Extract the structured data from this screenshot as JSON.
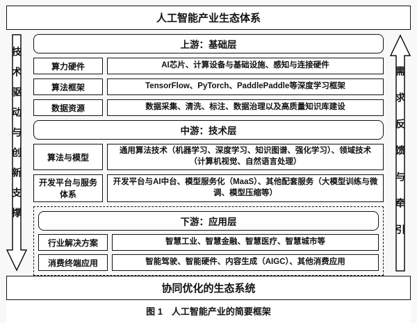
{
  "top_banner": "人工智能产业生态体系",
  "bottom_banner": "协同优化的生态系统",
  "caption": "图 1　人工智能产业的简要框架",
  "left_arrow": {
    "label": "技术驱动与创新支撑",
    "direction": "down"
  },
  "right_arrow": {
    "label": "需求反馈与牵引",
    "direction": "up"
  },
  "colors": {
    "border": "#111111",
    "box_fill": "#ffffff",
    "page_bg": "#f8f8f8"
  },
  "layers": [
    {
      "header": "上游：基础层",
      "rows": [
        {
          "label": "算力硬件",
          "content": "AI芯片、计算设备与基础设施、感知与连接硬件"
        },
        {
          "label": "算法框架",
          "content": "TensorFlow、PyTorch、PaddlePaddle等深度学习框架"
        },
        {
          "label": "数据资源",
          "content": "数据采集、清洗、标注、数据治理以及高质量知识库建设"
        }
      ]
    },
    {
      "header": "中游：技术层",
      "rows": [
        {
          "label": "算法与模型",
          "content": "通用算法技术（机器学习、深度学习、知识图谱、强化学习）、领域技术（计算机视觉、自然语言处理）"
        },
        {
          "label": "开发平台与服务体系",
          "content": "开发平台与AI中台、模型服务化（MaaS）、其他配套服务（大模型训练与微调、模型压缩等）"
        }
      ]
    },
    {
      "header": "下游：应用层",
      "rows": [
        {
          "label": "行业解决方案",
          "content": "智慧工业、智慧金融、智慧医疗、智慧城市等"
        },
        {
          "label": "消费终端应用",
          "content": "智能驾驶、智能硬件、内容生成（AIGC）、其他消费应用"
        }
      ]
    }
  ]
}
